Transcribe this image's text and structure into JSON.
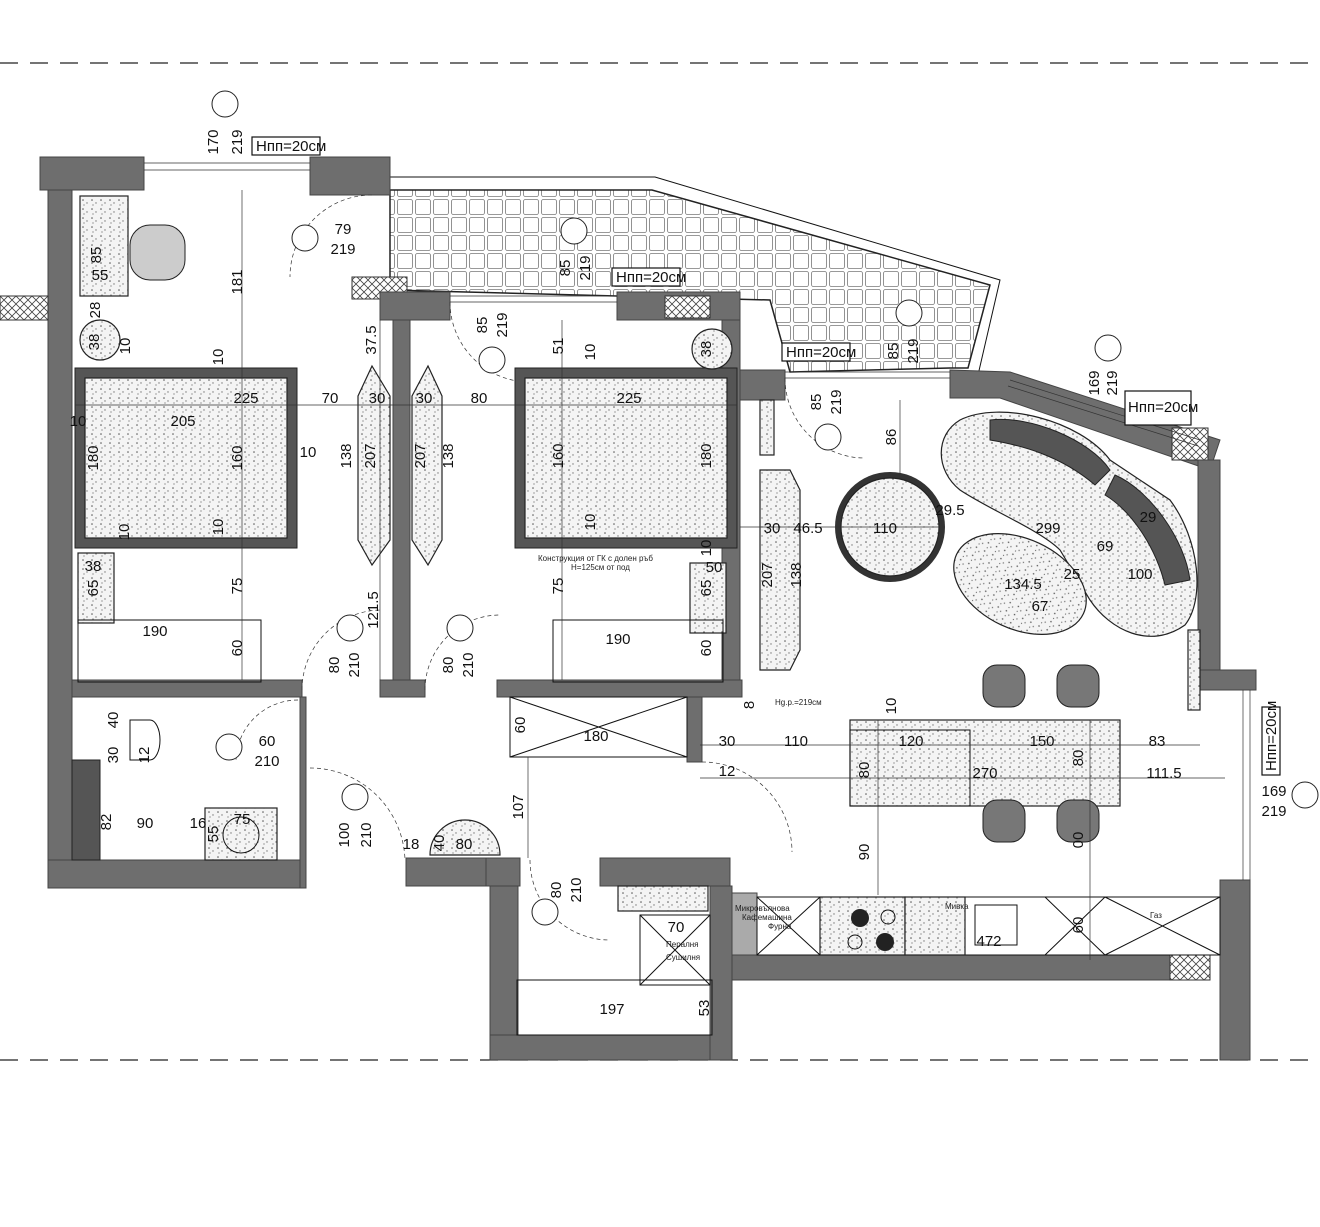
{
  "plan": {
    "ceiling_height_tag": "Hпп=20см",
    "door_height_note": "Hg.p.=219см",
    "drywall_note_line1": "Конструкция от ГК с долен ръб",
    "drywall_note_line2": "H=125см от под",
    "appliances": {
      "microwave": "Микровълнова",
      "coffee_machine": "Кафемашина",
      "oven": "Фурна",
      "sink": "Мивка",
      "gas": "Газ",
      "washer": "Пералня",
      "dryer": "Сушилня"
    },
    "dimensions": [
      "170",
      "219",
      "79",
      "219",
      "85",
      "219",
      "181",
      "85",
      "55",
      "28",
      "38",
      "10",
      "37.5",
      "85",
      "219",
      "51",
      "10",
      "38",
      "85",
      "219",
      "169",
      "219",
      "10",
      "225",
      "70",
      "30",
      "30",
      "80",
      "225",
      "85",
      "219",
      "10",
      "205",
      "10",
      "86",
      "180",
      "160",
      "138",
      "207",
      "207",
      "138",
      "160",
      "180",
      "110",
      "30",
      "46.5",
      "29.5",
      "299",
      "69",
      "29",
      "100",
      "25",
      "134.5",
      "67",
      "10",
      "10",
      "10",
      "10",
      "50",
      "38",
      "65",
      "75",
      "75",
      "65",
      "207",
      "138",
      "190",
      "190",
      "60",
      "60",
      "121.5",
      "80",
      "210",
      "80",
      "210",
      "8",
      "10",
      "40",
      "30",
      "12",
      "60",
      "210",
      "60",
      "180",
      "30",
      "110",
      "120",
      "150",
      "83",
      "12",
      "80",
      "270",
      "80",
      "111.5",
      "169",
      "219",
      "107",
      "100",
      "210",
      "18",
      "40",
      "80",
      "82",
      "90",
      "16",
      "75",
      "55",
      "90",
      "00",
      "80",
      "210",
      "70",
      "472",
      "60",
      "197",
      "53"
    ]
  }
}
